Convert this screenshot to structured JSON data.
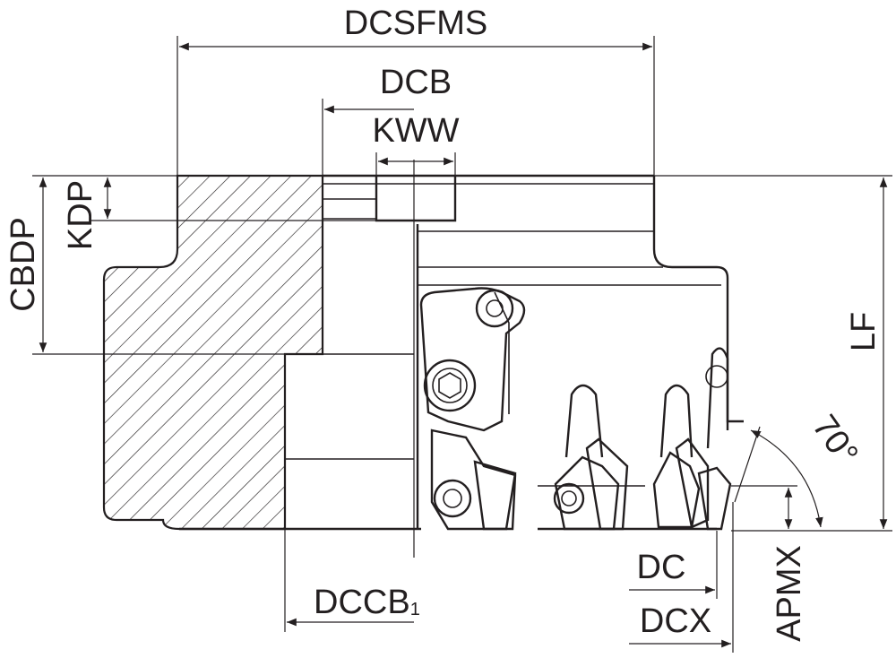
{
  "labels": {
    "dcsfms": "DCSFMS",
    "dcb": "DCB",
    "kww": "KWW",
    "cbdp": "CBDP",
    "kdp": "KDP",
    "lf": "LF",
    "angle": "70°",
    "dccb": "DCCB",
    "dccb_sub": "1",
    "dc": "DC",
    "dcx": "DCX",
    "apmx": "APMX"
  },
  "colors": {
    "line": "#231f20",
    "background": "#ffffff"
  }
}
